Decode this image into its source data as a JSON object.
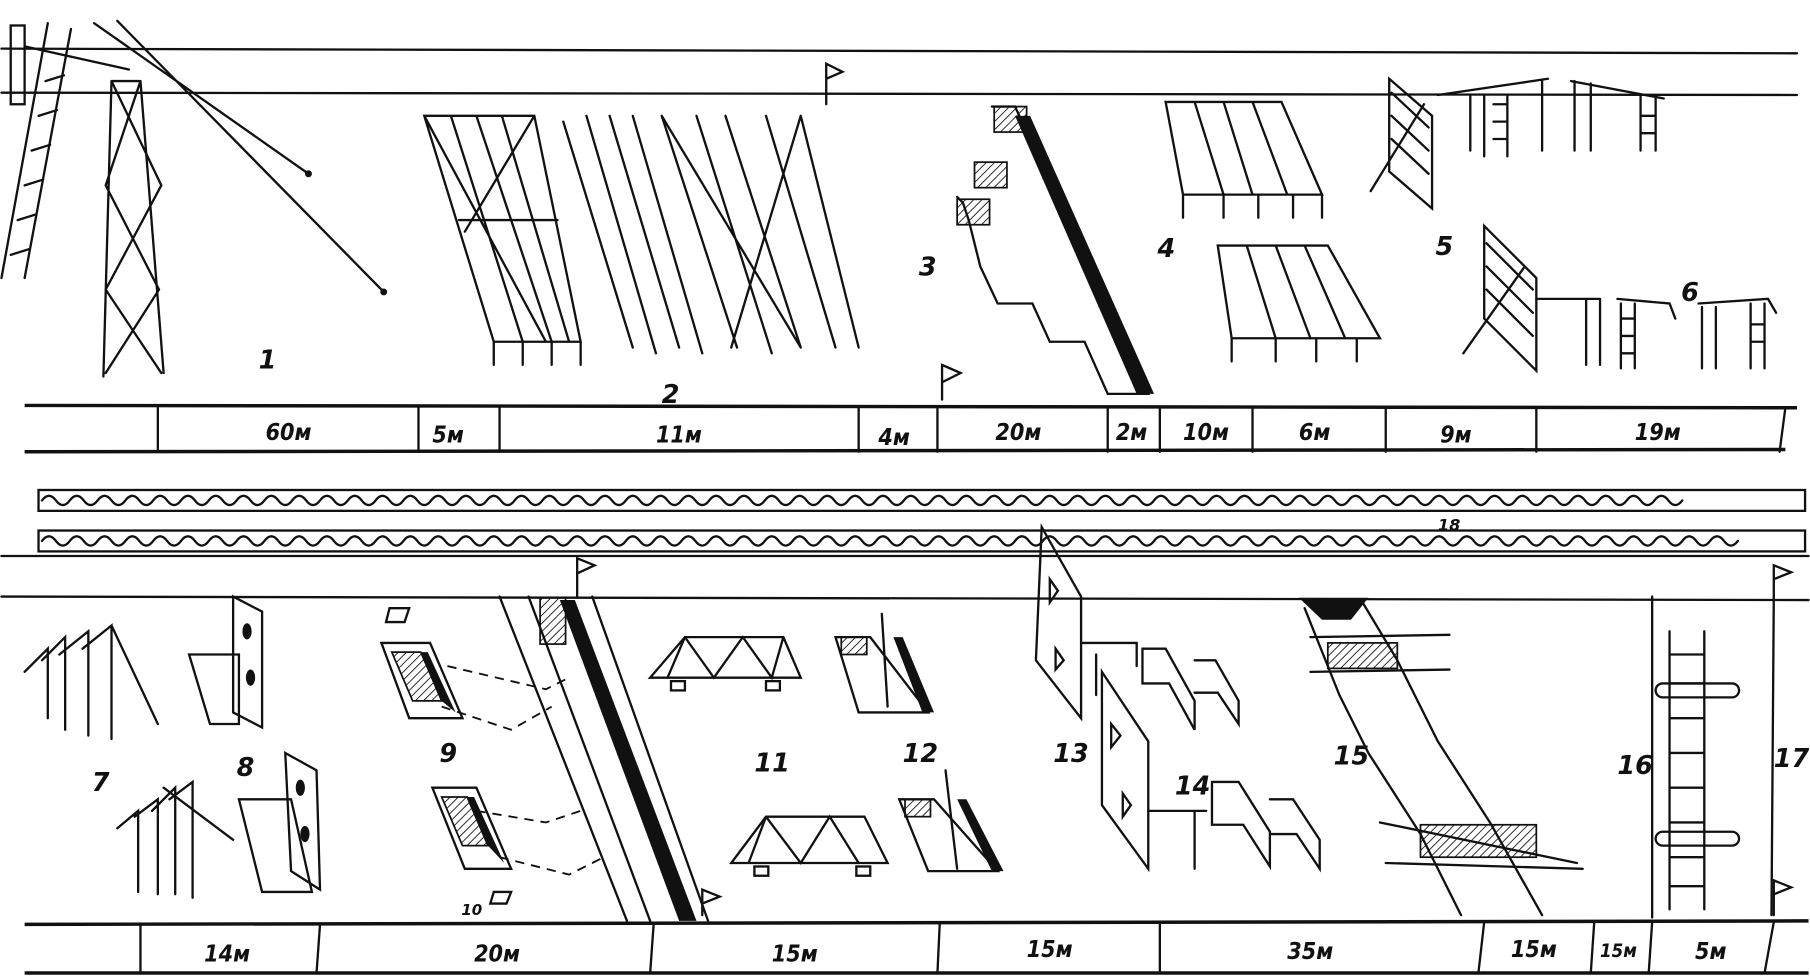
{
  "obstacle_numbers": [
    "1",
    "2",
    "3",
    "4",
    "5",
    "6",
    "7",
    "8",
    "9",
    "10",
    "11",
    "12",
    "13",
    "14",
    "15",
    "16",
    "17",
    "18"
  ],
  "top_scale": [
    "60м",
    "5м",
    "11м",
    "4м",
    "20м",
    "2м",
    "10м",
    "6м",
    "9м",
    "19м"
  ],
  "bottom_scale": [
    "14м",
    "20м",
    "15м",
    "15м",
    "35м",
    "15м",
    "15м",
    "5м"
  ]
}
